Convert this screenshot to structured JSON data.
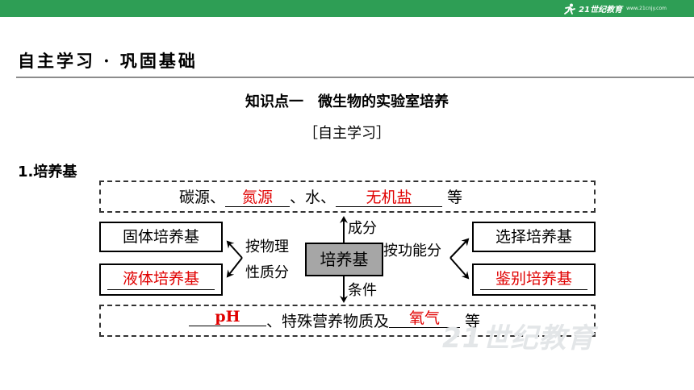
{
  "header": {
    "logo_text": "21世纪教育",
    "logo_sub": "www.21cnjy.com"
  },
  "section_title": "自主学习 · 巩固基础",
  "knowledge_point": "知识点一　微生物的实验室培养",
  "sub_heading": "［自主学习］",
  "item_title": "1.培养基",
  "top_row": {
    "t1": "碳源、",
    "b1": "氮源",
    "t2": "、水、",
    "b2": "无机盐",
    "t3": "等"
  },
  "bottom_row": {
    "b1": "pH",
    "t1": "、特殊营养物质及",
    "b2": "氧气",
    "t2": "等"
  },
  "center": "培养基",
  "labels": {
    "up": "成分",
    "down": "条件",
    "left1": "按物理",
    "left2": "性质分",
    "right": "按功能分"
  },
  "boxes": {
    "solid": "固体培养基",
    "liquid": "液体培养基",
    "select": "选择培养基",
    "identify": "鉴别培养基"
  },
  "watermark": "21世纪教育"
}
